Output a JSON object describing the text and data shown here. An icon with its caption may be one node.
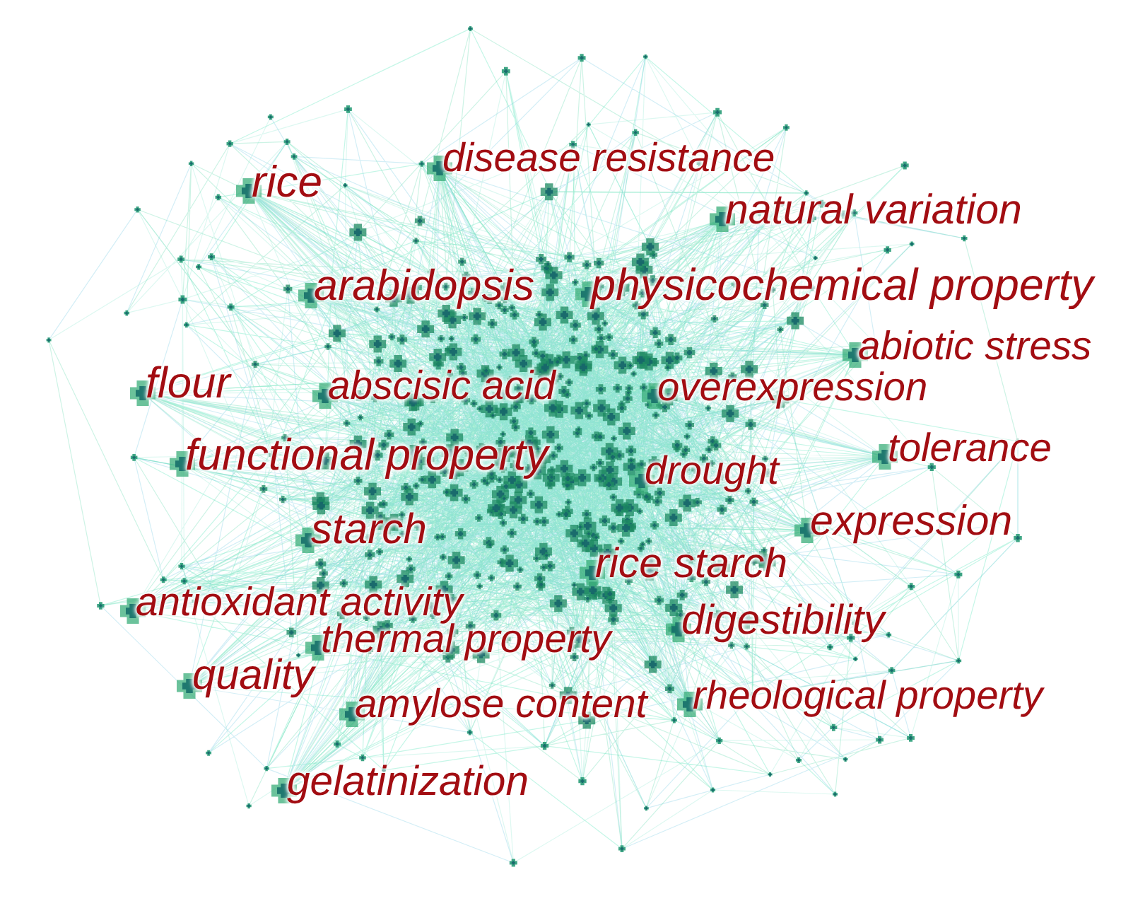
{
  "diagram": {
    "labels": [
      "disease resistance",
      "rice",
      "natural variation",
      "arabidopsis",
      "physicochemical property",
      "abiotic stress",
      "flour",
      "abscisic acid",
      "overexpression",
      "tolerance",
      "functional property",
      "drought",
      "expression",
      "starch",
      "rice starch",
      "antioxidant activity",
      "digestibility",
      "thermal property",
      "quality",
      "rheological property",
      "amylose content",
      "gelatinization"
    ]
  }
}
